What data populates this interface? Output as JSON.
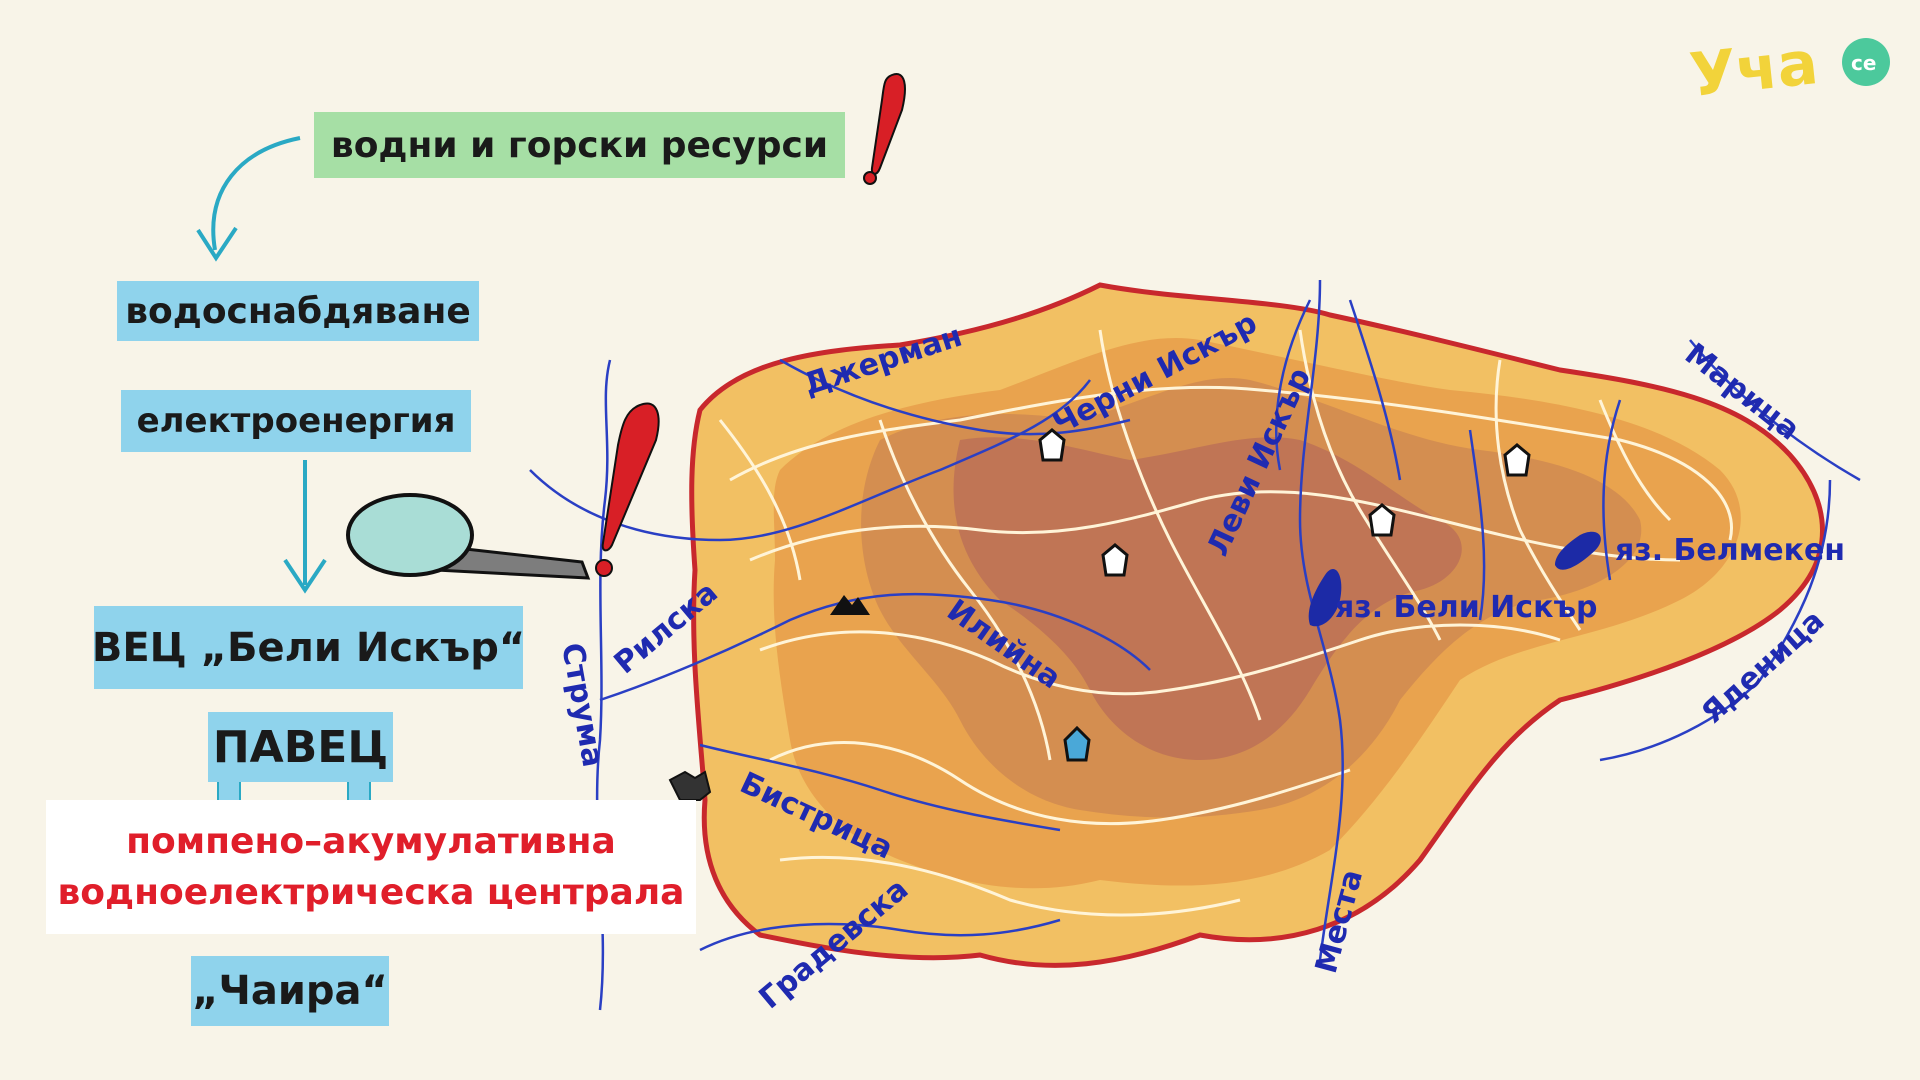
{
  "logo": {
    "text": "Уча",
    "badge": "се"
  },
  "labels": {
    "resources": "водни и горски ресурси",
    "water_supply": "водоснабдяване",
    "electricity": "електроенергия",
    "hpp": "ВЕЦ „Бели Искър“",
    "pavec": "ПАВЕЦ",
    "pavec_line1": "помпено–акумулативна",
    "pavec_line2": "водноелектрическа централа",
    "chaira": "„Чаира“"
  },
  "map": {
    "rivers": {
      "dzherman": "Джерман",
      "cherni_iskar": "Черни Искър",
      "levi_iskar": "Леви Искър",
      "maritsa": "Марица",
      "rilska": "Рилска",
      "ilijna": "Илийна",
      "struma": "Струма",
      "bistritsa": "Бистрица",
      "gradevska": "Градевска",
      "mesta": "Места",
      "yadenitsa": "Яденица"
    },
    "dams": {
      "beli_iskar": "яз. Бели Искър",
      "belmeken": "яз. Белмекен"
    }
  },
  "colors": {
    "river": "#2a3fc4",
    "border": "#c8282d",
    "box_blue": "#8fd3ec",
    "box_green": "#a6dfa5",
    "arrow": "#2aa9c4",
    "exclamation": "#d81f26"
  }
}
